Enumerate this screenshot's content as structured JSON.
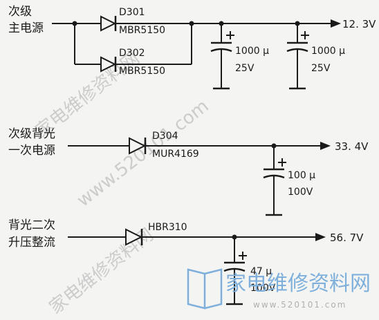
{
  "sections": {
    "main": {
      "label_line1": "次级",
      "label_line2": "主电源",
      "diode1": {
        "ref": "D301",
        "part": "MBR5150"
      },
      "diode2": {
        "ref": "D302",
        "part": "MBR5150"
      },
      "cap1": {
        "value": "1000 μ",
        "voltage": "25V"
      },
      "cap2": {
        "value": "1000 μ",
        "voltage": "25V"
      },
      "output": "12. 3V"
    },
    "backlight_primary": {
      "label_line1": "次级背光",
      "label_line2": "一次电源",
      "diode": {
        "ref": "D304",
        "part": "MUR4169"
      },
      "cap": {
        "value": "100 μ",
        "voltage": "100V"
      },
      "output": "33. 4V"
    },
    "backlight_secondary": {
      "label_line1": "背光二次",
      "label_line2": "升压整流",
      "diode": {
        "part": "HBR310"
      },
      "cap": {
        "value": "47 μ",
        "voltage": "100V"
      },
      "output": "56. 7V"
    }
  },
  "watermark": {
    "diagonal_text": "家电维修资料网",
    "diagonal_url": "www.520101.com",
    "brand": "家电维修资料网",
    "brand_url": "www.520101.com"
  },
  "colors": {
    "ink": "#1a1a1a",
    "watermark_brand": "#7fb0dc",
    "paper": "#f4f4f2"
  }
}
